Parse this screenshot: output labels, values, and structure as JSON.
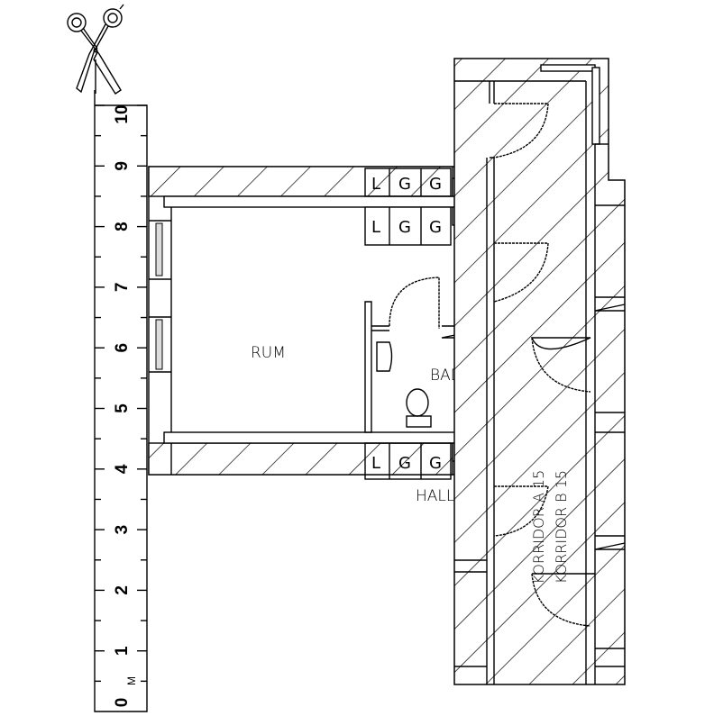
{
  "ruler": {
    "labels": [
      "0",
      "1",
      "2",
      "3",
      "4",
      "5",
      "6",
      "7",
      "8",
      "9",
      "10"
    ],
    "unit": "M"
  },
  "rooms": {
    "rum": "RUM",
    "bad": "BAD",
    "hall": "HALL",
    "corridor_a": "KORRIDOR A 15",
    "corridor_b": "KORRIDOR B 15"
  },
  "cabinets": {
    "top_row": [
      "L",
      "G",
      "G"
    ],
    "middle_row": [
      "L",
      "G",
      "G"
    ],
    "bottom_row": [
      "L",
      "G",
      "G"
    ]
  },
  "icons": {
    "cut_tool": "scissors-icon"
  },
  "colors": {
    "line": "#000000",
    "background": "#ffffff"
  }
}
